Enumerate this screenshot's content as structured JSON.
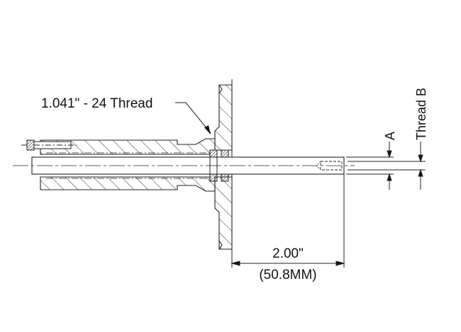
{
  "diagram": {
    "type": "mechanical-section-drawing",
    "labels": {
      "thread_callout": "1.041\" - 24 Thread",
      "dim_a": "A",
      "dim_thread_b": "Thread B",
      "length_in": "2.00\"",
      "length_mm": "(50.8MM)"
    },
    "colors": {
      "line": "#222222",
      "hatch": "#333333",
      "seal_fill": "#6a6a6a",
      "background": "#ffffff"
    }
  }
}
